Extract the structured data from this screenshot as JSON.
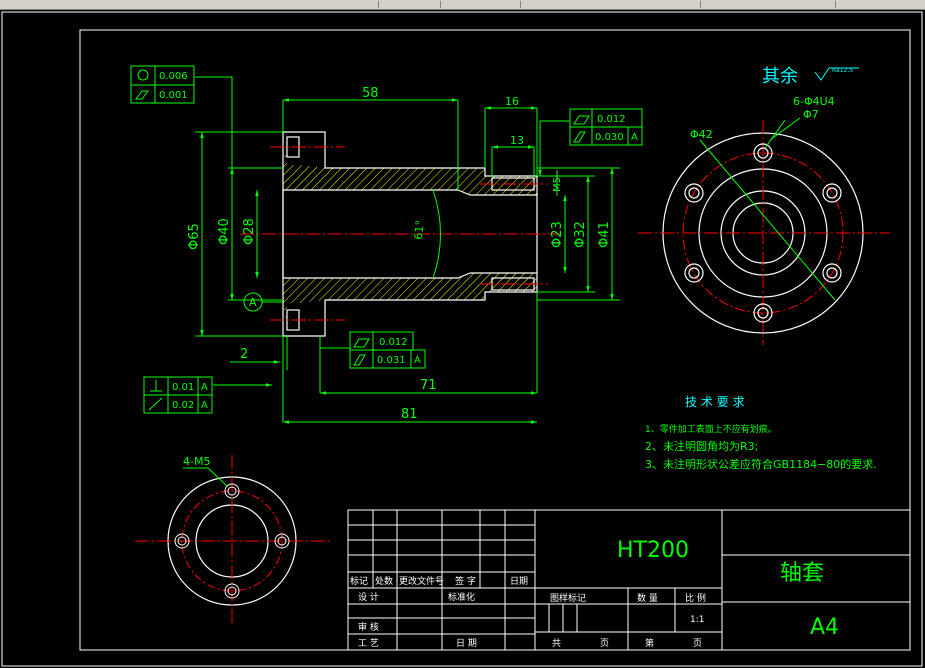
{
  "title_block": {
    "material": "HT200",
    "part_name": "轴套",
    "sheet_size": "A4",
    "col_labels": [
      "标记",
      "处数",
      "更改文件号",
      "签 字",
      "日期"
    ],
    "row_design": "设 计",
    "row_standard": "标准化",
    "row_review": "审 核",
    "row_process": "工 艺",
    "row_date": "日 期",
    "stage_label": "图样标记",
    "qty_label": "数 量",
    "scale_label": "比 例",
    "scale_value": "1:1",
    "total_label": "共",
    "page_label": "页",
    "sheet_label": "第",
    "page_label2": "页"
  },
  "surface_note": {
    "text": "其余",
    "roughness": "Ra12.5"
  },
  "tech_requirements": {
    "title": "技 术 要 求",
    "items": [
      "1、零件加工表面上不应有划痕。",
      "2、未注明圆角均为R3;",
      "3、未注明形状公差应符合GB1184−80的要求."
    ]
  },
  "dimensions": {
    "d58": "58",
    "d16": "16",
    "d13": "13",
    "d71": "71",
    "d81": "81",
    "d2": "2",
    "m5": "M5",
    "phi65": "Φ65",
    "phi40": "Φ40",
    "phi28": "Φ28",
    "phi23": "Φ23",
    "phi32": "Φ32",
    "phi41": "Φ41",
    "angle": "61°",
    "holes": "6-Φ4U4",
    "phi7": "Φ7",
    "phi42": "Φ42",
    "threads": "4-M5"
  },
  "datum": "A",
  "tolerance_frames": {
    "top_left": [
      {
        "value": "0.006"
      },
      {
        "value": "0.001"
      }
    ],
    "right": [
      {
        "value": "0.012"
      },
      {
        "value": "0.030",
        "datum": "A"
      }
    ],
    "mid": [
      {
        "value": "0.012"
      },
      {
        "value": "0.031",
        "datum": "A"
      }
    ],
    "left": [
      {
        "value": "0.01",
        "datum": "A"
      },
      {
        "value": "0.02",
        "datum": "A"
      }
    ]
  },
  "colors": {
    "outline": "#ffffff",
    "dimension": "#00ff00",
    "centerline": "#ff0000",
    "hatch": "#ffff00",
    "text": "#00ff00",
    "name_text": "#00ff00"
  }
}
